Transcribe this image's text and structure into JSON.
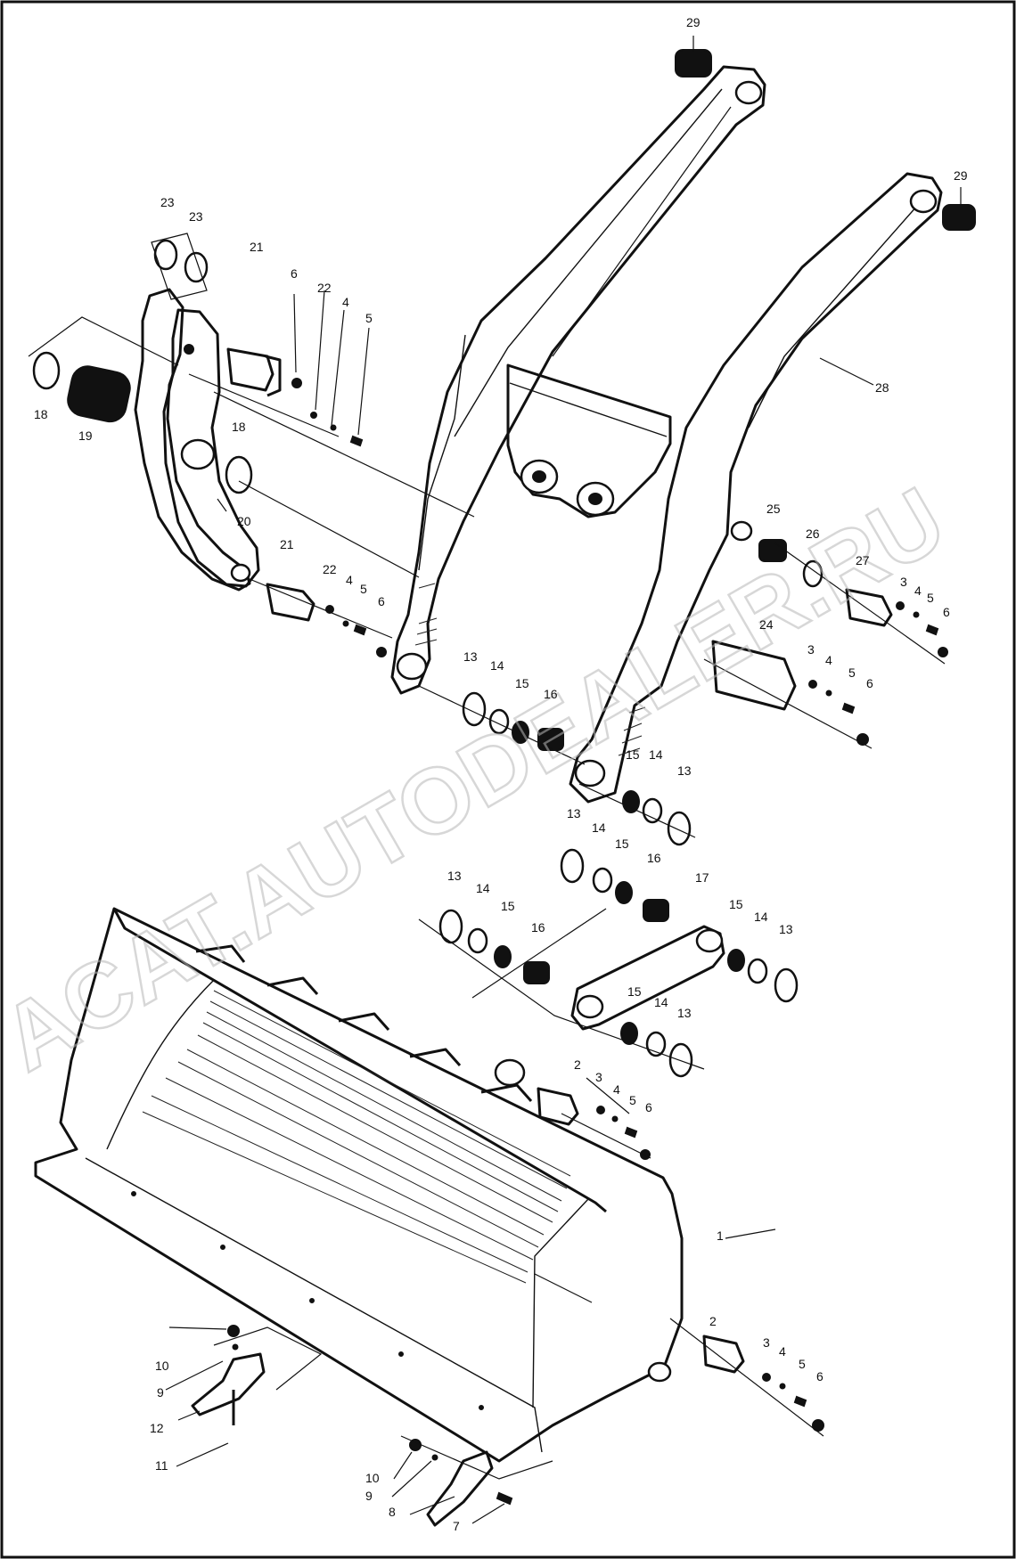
{
  "watermark": "ACAT.AUTODEALER.RU",
  "callouts": {
    "c29a": "29",
    "c29b": "29",
    "c28": "28",
    "c23a": "23",
    "c23b": "23",
    "c21a": "21",
    "c6a": "6",
    "c22a": "22",
    "c4a": "4",
    "c5a": "5",
    "c18a": "18",
    "c19": "19",
    "c18b": "18",
    "c20": "20",
    "c21b": "21",
    "c22b": "22",
    "c4b": "4",
    "c5b": "5",
    "c6b": "6",
    "c25": "25",
    "c26": "26",
    "c27": "27",
    "c3a": "3",
    "c4c": "4",
    "c5c": "5",
    "c6c": "6",
    "c24": "24",
    "c3b": "3",
    "c4d": "4",
    "c5d": "5",
    "c6d": "6",
    "c13a": "13",
    "c14a": "14",
    "c15a": "15",
    "c16a": "16",
    "c15b": "15",
    "c14b": "14",
    "c13b": "13",
    "c13c": "13",
    "c14c": "14",
    "c15c": "15",
    "c16b": "16",
    "c13d": "13",
    "c14d": "14",
    "c15d": "15",
    "c16c": "16",
    "c17": "17",
    "c15e": "15",
    "c14e": "14",
    "c13e": "13",
    "c15f": "15",
    "c14f": "14",
    "c13f": "13",
    "c2a": "2",
    "c3c": "3",
    "c4e": "4",
    "c5e": "5",
    "c6e": "6",
    "c1": "1",
    "c2b": "2",
    "c3d": "3",
    "c4f": "4",
    "c5f": "5",
    "c6f": "6",
    "c10a": "10",
    "c9a": "9",
    "c12": "12",
    "c11": "11",
    "c10b": "10",
    "c9b": "9",
    "c8": "8",
    "c7": "7"
  }
}
